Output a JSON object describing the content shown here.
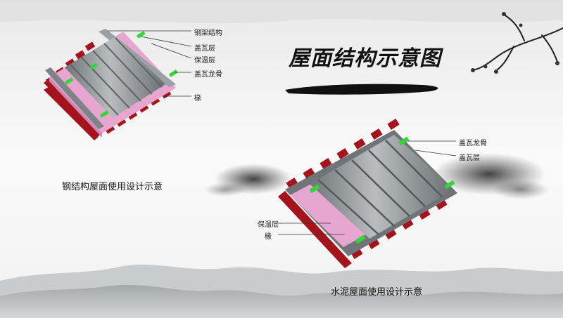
{
  "title": "屋面结构示意图",
  "steel_roof": {
    "caption": "钢结构屋面使用设计示意",
    "labels": {
      "steel_frame": "钢架结构",
      "tile_layer": "盖瓦层",
      "insulation": "保温层",
      "tile_keel": "盖瓦龙骨",
      "rafter": "椽"
    }
  },
  "cement_roof": {
    "caption": "水泥屋面使用设计示意",
    "labels": {
      "tile_keel": "盖瓦龙骨",
      "tile_layer": "盖瓦层",
      "insulation": "保温层",
      "rafter": "椽"
    }
  },
  "colors": {
    "rafter": "#a3141c",
    "tile": "#8d9296",
    "insulation": "#e6a6cf",
    "keel": "#35d43a",
    "ink": "#1a1a1a"
  }
}
